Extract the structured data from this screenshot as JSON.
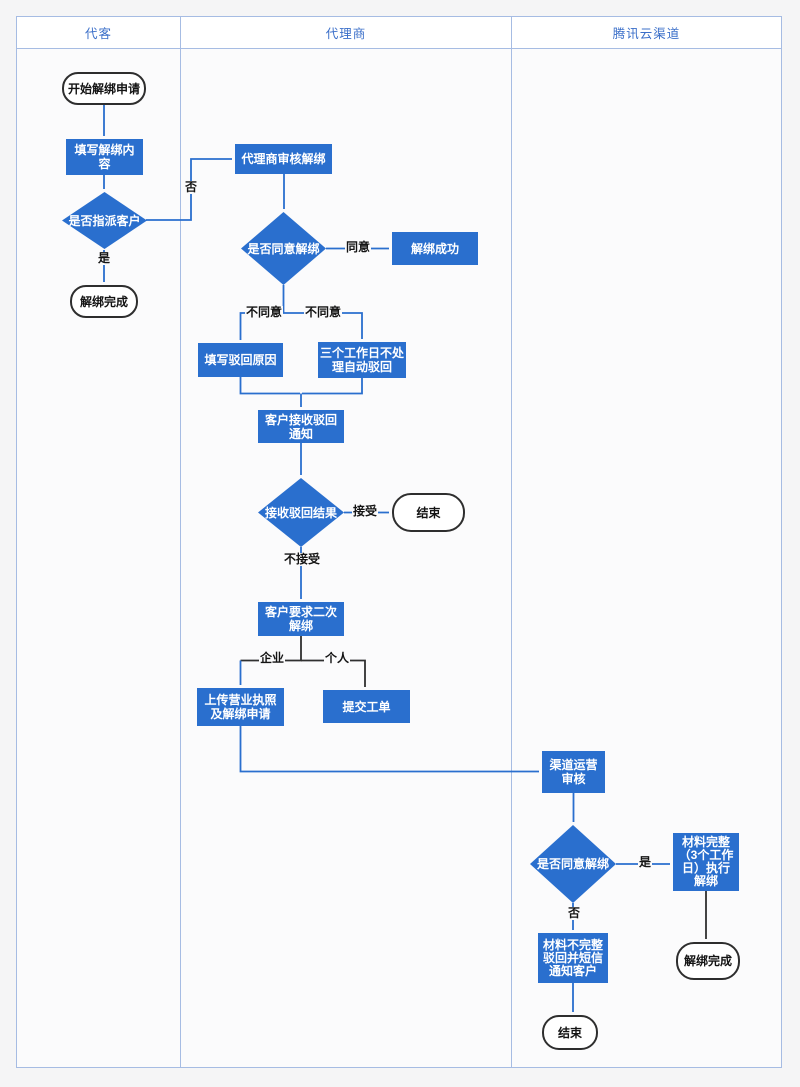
{
  "lanes": [
    {
      "label": "代客"
    },
    {
      "label": "代理商"
    },
    {
      "label": "腾讯云渠道"
    }
  ],
  "nodes": {
    "start": {
      "label": "开始解绑申请",
      "type": "terminal"
    },
    "fill_content": {
      "label": "填写解绑内\n容",
      "type": "process"
    },
    "assign_q": {
      "label": "是否指派客户",
      "type": "decision"
    },
    "unbind_done1": {
      "label": "解绑完成",
      "type": "terminal"
    },
    "agent_review": {
      "label": "代理商审核解绑",
      "type": "process"
    },
    "agree_q1": {
      "label": "是否同意解绑",
      "type": "decision"
    },
    "unbind_success": {
      "label": "解绑成功",
      "type": "process"
    },
    "fill_reject": {
      "label": "填写驳回原因",
      "type": "process"
    },
    "auto_reject": {
      "label": "三个工作日不处\n理自动驳回",
      "type": "process"
    },
    "notify_reject": {
      "label": "客户接收驳回\n通知",
      "type": "process"
    },
    "receive_q": {
      "label": "接收驳回结果",
      "type": "decision"
    },
    "end1": {
      "label": "结束",
      "type": "terminal"
    },
    "second_unbind": {
      "label": "客户要求二次\n解绑",
      "type": "process"
    },
    "upload": {
      "label": "上传营业执照\n及解绑申请",
      "type": "process"
    },
    "ticket": {
      "label": "提交工单",
      "type": "process"
    },
    "channel_review": {
      "label": "渠道运营\n审核",
      "type": "process"
    },
    "agree_q2": {
      "label": "是否同意解绑",
      "type": "decision"
    },
    "complete_exec": {
      "label": "材料完整\n（3个工作\n日）执行\n解绑",
      "type": "process"
    },
    "incomplete": {
      "label": "材料不完整\n驳回并短信\n通知客户",
      "type": "process"
    },
    "end2": {
      "label": "结束",
      "type": "terminal"
    },
    "unbind_done2": {
      "label": "解绑完成",
      "type": "terminal"
    }
  },
  "edge_labels": {
    "no1": "否",
    "yes1": "是",
    "agree": "同意",
    "disagree_left": "不同意",
    "disagree_right": "不同意",
    "accept": "接受",
    "not_accept": "不接受",
    "enterprise": "企业",
    "personal": "个人",
    "yes2": "是",
    "no2": "否"
  },
  "colors": {
    "node_fill": "#2a6fce",
    "edge_blue": "#2a6fce",
    "edge_black": "#303030",
    "lane_border": "#a6bce3",
    "header_text": "#3b6fc9",
    "terminal_border": "#2e2e2e",
    "lane_background": "#fbfbfc",
    "page_background": "#f5f5f6"
  }
}
